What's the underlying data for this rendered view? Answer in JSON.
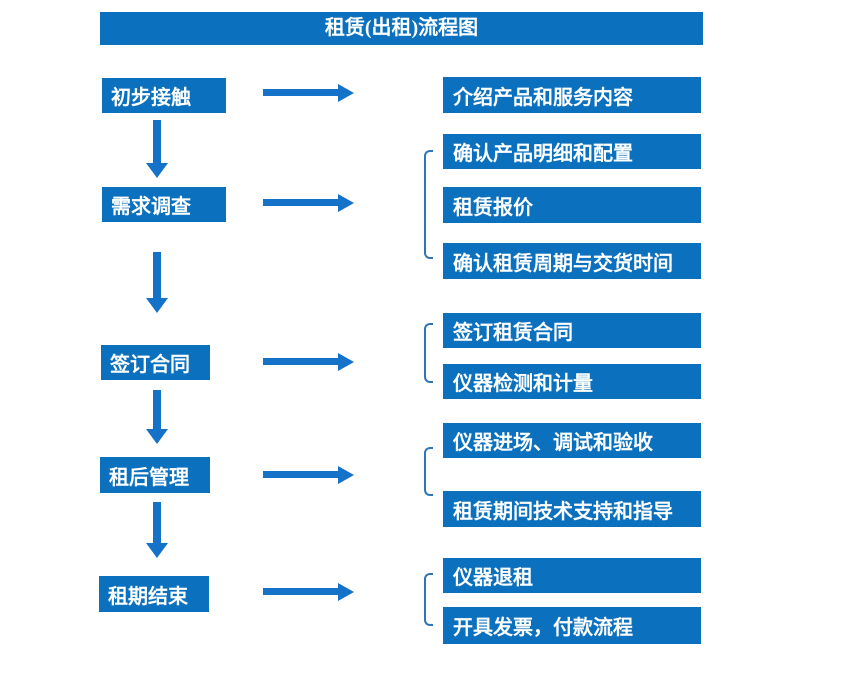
{
  "title": "租赁(出租)流程图",
  "colors": {
    "box": "#0b70be",
    "arrow": "#1472c8",
    "bracket": "#2e75b6"
  },
  "steps": [
    {
      "label": "初步接触"
    },
    {
      "label": "需求调查"
    },
    {
      "label": "签订合同"
    },
    {
      "label": "租后管理"
    },
    {
      "label": "租期结束"
    }
  ],
  "details": [
    {
      "label": "介绍产品和服务内容"
    },
    {
      "label": "确认产品明细和配置"
    },
    {
      "label": "租赁报价"
    },
    {
      "label": "确认租赁周期与交货时间"
    },
    {
      "label": "签订租赁合同"
    },
    {
      "label": "仪器检测和计量"
    },
    {
      "label": "仪器进场、调试和验收"
    },
    {
      "label": "租赁期间技术支持和指导"
    },
    {
      "label": "仪器退租"
    },
    {
      "label": "开具发票，付款流程"
    }
  ]
}
